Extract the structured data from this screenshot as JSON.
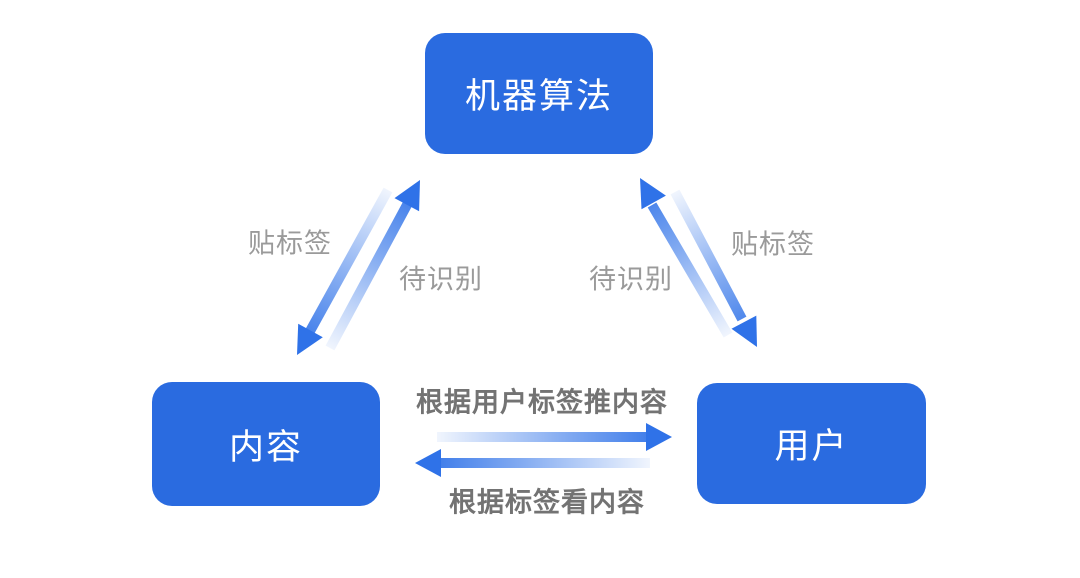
{
  "diagram": {
    "type": "triangle-relationship-diagram",
    "nodes": {
      "algorithm": "机器算法",
      "content": "内容",
      "user": "用户"
    },
    "edge_labels": {
      "tag_left": "贴标签",
      "identify_left": "待识别",
      "identify_right": "待识别",
      "tag_right": "贴标签",
      "push_content": "根据用户标签推内容",
      "view_content": "根据标签看内容"
    },
    "edges_semantic": [
      {
        "from": "机器算法",
        "to": "内容",
        "label": "贴标签"
      },
      {
        "from": "内容",
        "to": "机器算法",
        "label": "待识别"
      },
      {
        "from": "用户",
        "to": "机器算法",
        "label": "待识别"
      },
      {
        "from": "机器算法",
        "to": "用户",
        "label": "贴标签"
      },
      {
        "from": "内容",
        "to": "用户",
        "label": "根据用户标签推内容"
      },
      {
        "from": "用户",
        "to": "内容",
        "label": "根据标签看内容"
      }
    ],
    "colors": {
      "node_fill": "#2a6be0",
      "node_text": "#ffffff",
      "arrow_blue": "#2f72e8",
      "label_gray": "#9a9a9a",
      "label_dark_gray": "#737373",
      "background": "#ffffff"
    }
  }
}
